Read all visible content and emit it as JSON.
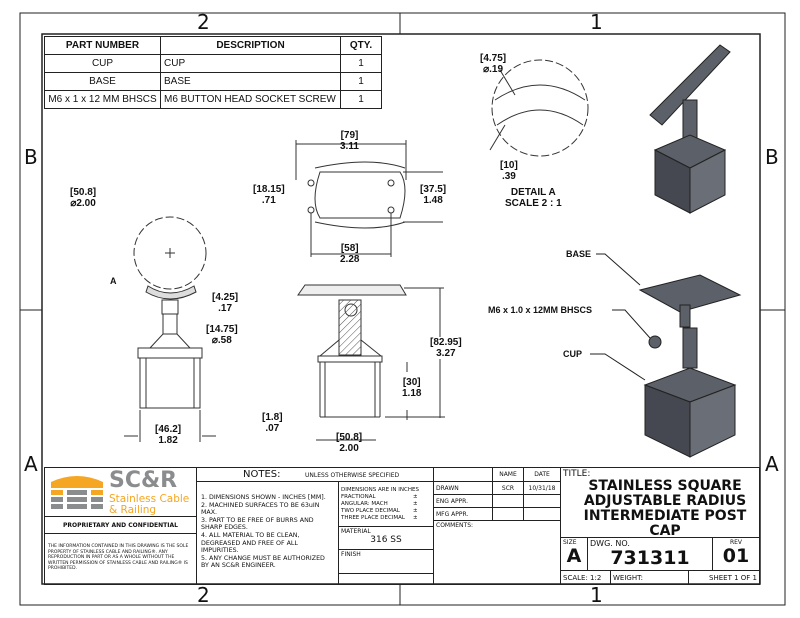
{
  "zones": {
    "top": [
      "2",
      "1"
    ],
    "bottom": [
      "2",
      "1"
    ],
    "left": [
      "B",
      "A"
    ],
    "right": [
      "B",
      "A"
    ]
  },
  "parts_table": {
    "headers": [
      "PART NUMBER",
      "DESCRIPTION",
      "QTY."
    ],
    "rows": [
      [
        "CUP",
        "CUP",
        "1"
      ],
      [
        "BASE",
        "BASE",
        "1"
      ],
      [
        "M6 x 1 x 12 MM  BHSCS",
        "M6 BUTTON HEAD SOCKET SCREW",
        "1"
      ]
    ]
  },
  "dimensions": {
    "sphere_dia": {
      "mm": "[50.8]",
      "in": "⌀2.00"
    },
    "detail_callout": "A",
    "radius_thk": {
      "mm": "[4.25]",
      "in": ".17"
    },
    "stem_dia": {
      "mm": "[14.75]",
      "in": "⌀.58"
    },
    "cup_width_left": {
      "mm": "[46.2]",
      "in": "1.82"
    },
    "base_length": {
      "mm": "[79]",
      "in": "3.11"
    },
    "hole_spacing_v": {
      "mm": "[18.15]",
      "in": ".71"
    },
    "base_width": {
      "mm": "[37.5]",
      "in": "1.48"
    },
    "hole_spacing_h": {
      "mm": "[58]",
      "in": "2.28"
    },
    "overall_height": {
      "mm": "[82.95]",
      "in": "3.27"
    },
    "cup_depth": {
      "mm": "[30]",
      "in": "1.18"
    },
    "wall_thk": {
      "mm": "[1.8]",
      "in": ".07"
    },
    "cup_width": {
      "mm": "[50.8]",
      "in": "2.00"
    },
    "detail_hole": {
      "mm": "[4.75]",
      "in": "⌀.19"
    },
    "detail_depth": {
      "mm": "[10]",
      "in": ".39"
    }
  },
  "detail_label": {
    "line1": "DETAIL A",
    "line2": "SCALE 2 : 1"
  },
  "callouts": {
    "base": "BASE",
    "screw": "M6 x 1.0 x 12MM BHSCS",
    "cup": "CUP"
  },
  "title_block": {
    "logo": {
      "brand": "SC&R",
      "line1": "Stainless Cable",
      "line2": "& Railing",
      "orange": "#f5a623",
      "gray": "#8a8c8e"
    },
    "proprietary": "PROPRIETARY AND CONFIDENTIAL",
    "disclaimer": "THE INFORMATION CONTAINED IN THIS DRAWING IS THE SOLE PROPERTY OF STAINLESS CABLE AND RAILING®. ANY REPRODUCTION IN PART OR AS A WHOLE WITHOUT THE WRITTEN PERMISSION OF STAINLESS CABLE AND RAILING® IS PROHIBITED.",
    "notes_label": "NOTES:",
    "notes_sub": "UNLESS OTHERWISE SPECIFIED",
    "notes": [
      "1. DIMENSIONS SHOWN - INCHES [MM].",
      "2. MACHINED SURFACES TO BE 63uIN MAX.",
      "3. PART TO BE FREE OF BURRS AND SHARP EDGES.",
      "4. ALL MATERIAL TO BE CLEAN, DEGREASED AND FREE OF ALL IMPURITIES.",
      "5. ANY CHANGE MUST BE AUTHORIZED BY AN SC&R ENGINEER."
    ],
    "tolerances": {
      "header": "DIMENSIONS ARE IN INCHES",
      "fractional": "FRACTIONAL",
      "angular": "ANGULAR: MACH",
      "two_place": "TWO PLACE DECIMAL",
      "three_place": "THREE PLACE DECIMAL",
      "pm": "±"
    },
    "material_label": "MATERIAL",
    "material": "316 SS",
    "finish_label": "FINISH",
    "name_header": "NAME",
    "date_header": "DATE",
    "drawn_label": "DRAWN",
    "drawn_name": "SCR",
    "drawn_date": "10/31/18",
    "eng_label": "ENG APPR.",
    "mfg_label": "MFG APPR.",
    "comments_label": "COMMENTS:",
    "title_label": "TITLE:",
    "title": [
      "STAINLESS SQUARE",
      "ADJUSTABLE RADIUS",
      "INTERMEDIATE POST CAP"
    ],
    "size_label": "SIZE",
    "size": "A",
    "dwg_label": "DWG.  NO.",
    "dwg_no": "731311",
    "rev_label": "REV",
    "rev": "01",
    "scale": "SCALE: 1:2",
    "weight": "WEIGHT:",
    "sheet": "SHEET 1 OF 1"
  }
}
